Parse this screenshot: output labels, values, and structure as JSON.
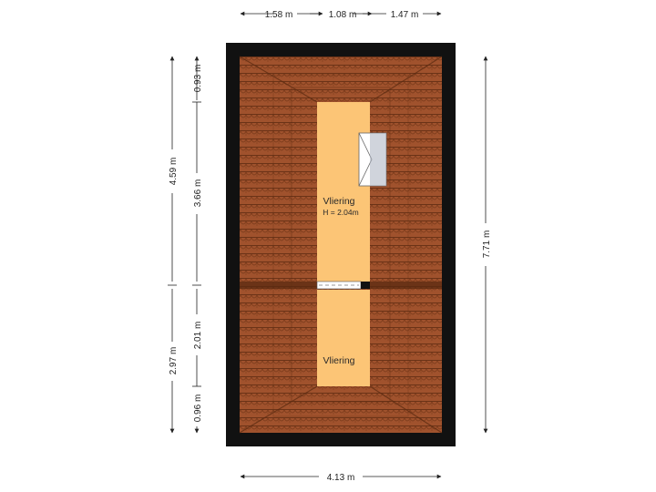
{
  "floorplan": {
    "rooms": [
      {
        "name": "Vliering",
        "height": "H = 2.04m"
      },
      {
        "name": "Vliering"
      }
    ],
    "dimensions": {
      "top": [
        "1.58 m",
        "1.08 m",
        "1.47 m"
      ],
      "bottom": "4.13 m",
      "right": "7.71 m",
      "left_outer": [
        "4.59 m",
        "2.97 m"
      ],
      "left_inner": [
        "0.93 m",
        "3.66 m",
        "2.01 m",
        "0.96 m"
      ]
    },
    "colors": {
      "wall": "#111111",
      "roof_tile": "#a0522d",
      "roof_shadow": "#6b3317",
      "room_fill": "#fcc576",
      "dimension_line": "#222222"
    }
  }
}
